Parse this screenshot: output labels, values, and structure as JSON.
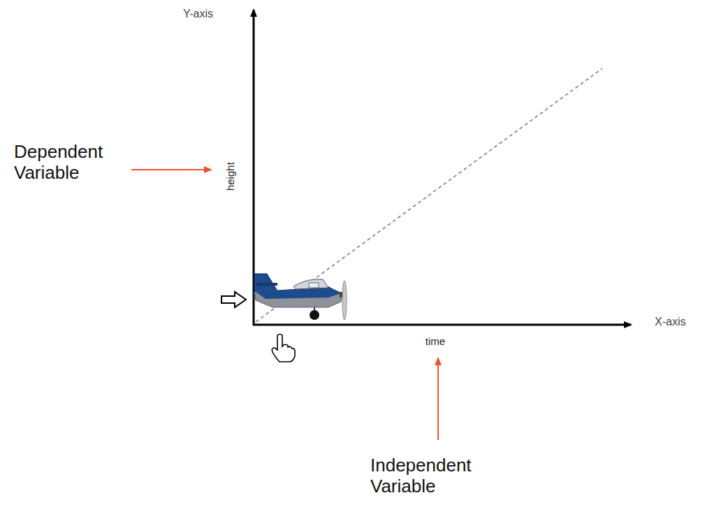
{
  "diagram": {
    "labels": [
      "Y-axis",
      "Dependent Variable",
      "height",
      "X-axis",
      "time",
      "Independent Variable"
    ]
  }
}
